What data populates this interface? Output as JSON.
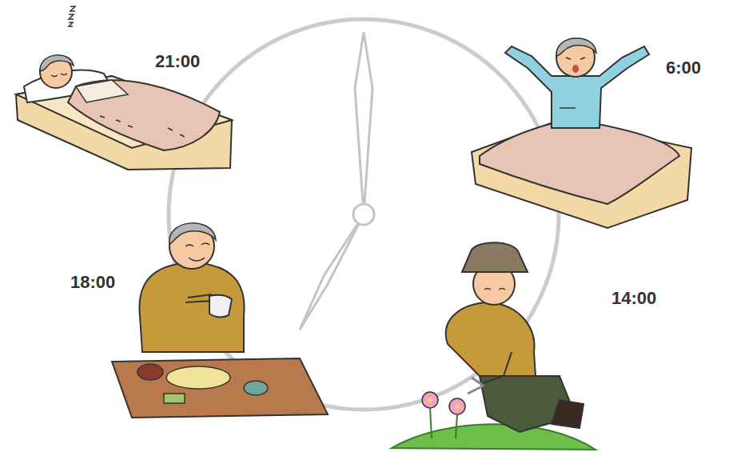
{
  "diagram": {
    "labels": [
      "21:00",
      "6:00",
      "18:00",
      "14:00"
    ]
  }
}
